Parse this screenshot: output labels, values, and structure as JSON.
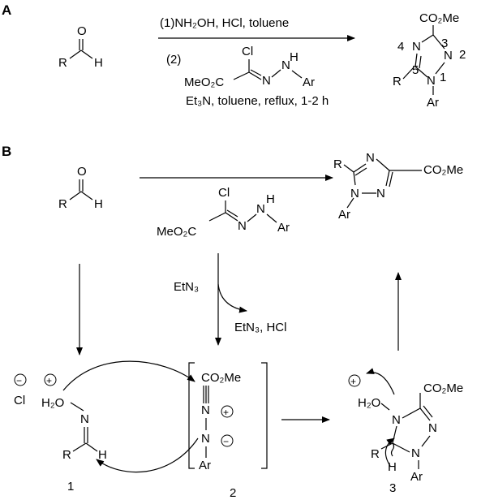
{
  "panels": {
    "a": "A",
    "b": "B"
  },
  "atoms": {
    "O": "O",
    "H": "H",
    "R": "R",
    "N": "N",
    "Cl": "Cl",
    "Ar": "Ar",
    "CO2Me": "CO₂Me",
    "MeO2C": "MeO₂C",
    "H2O": "H₂O",
    "plus": "+",
    "minus": "−"
  },
  "ring_numbers": {
    "n1": "1",
    "n2": "2",
    "n3": "3",
    "n4": "4",
    "n5": "5"
  },
  "conditions": {
    "step1": "(1)NH₂OH, HCl, toluene",
    "step2": "(2)",
    "step2_reagents": "Et₃N, toluene, reflux, 1-2 h",
    "base_in": "EtN₃",
    "byproduct": "EtN₃, HCl"
  },
  "compound_labels": {
    "c1": "1",
    "c2": "2",
    "c3": "3"
  }
}
